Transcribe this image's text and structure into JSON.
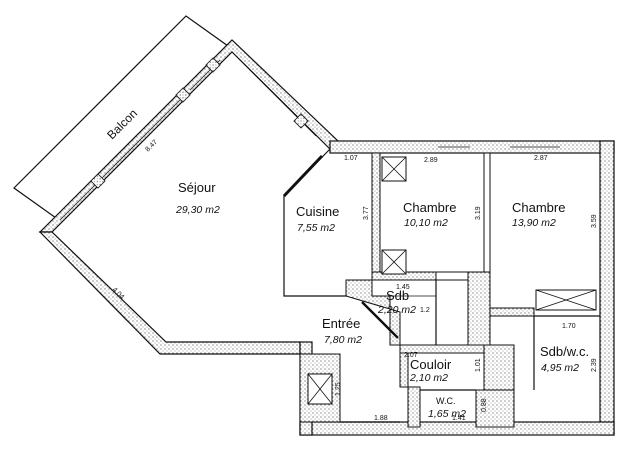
{
  "balcony": {
    "label": "Balcon",
    "dim": "8.47"
  },
  "rooms": {
    "sejour": {
      "name": "Séjour",
      "area": "29,30  m2"
    },
    "cuisine": {
      "name": "Cuisine",
      "area": "7,55  m2"
    },
    "chambre1": {
      "name": "Chambre",
      "area": "10,10  m2"
    },
    "chambre2": {
      "name": "Chambre",
      "area": "13,90  m2"
    },
    "sdb": {
      "name": "Sdb",
      "area": "2,20  m2"
    },
    "entree": {
      "name": "Entrée",
      "area": "7,80  m2"
    },
    "couloir": {
      "name": "Couloir",
      "area": "2,10  m2"
    },
    "sdbwc": {
      "name": "Sdb/w.c.",
      "area": "4,95  m2"
    },
    "wc": {
      "name": "W.C.",
      "area": "1,65  m2"
    }
  },
  "dimensions": {
    "d107": "1.07",
    "d289": "2.89",
    "d287": "2.87",
    "d377": "3.77",
    "d319": "3.19",
    "d359": "3.59",
    "d145": "1.45",
    "d404": "4.04",
    "d207": "2.07",
    "d101": "1.01",
    "d170": "1.70",
    "d239": "2.39",
    "d125": "1.25",
    "d188": "1.88",
    "d141": "1.41",
    "d088": "0.88",
    "d12": "1.2"
  }
}
